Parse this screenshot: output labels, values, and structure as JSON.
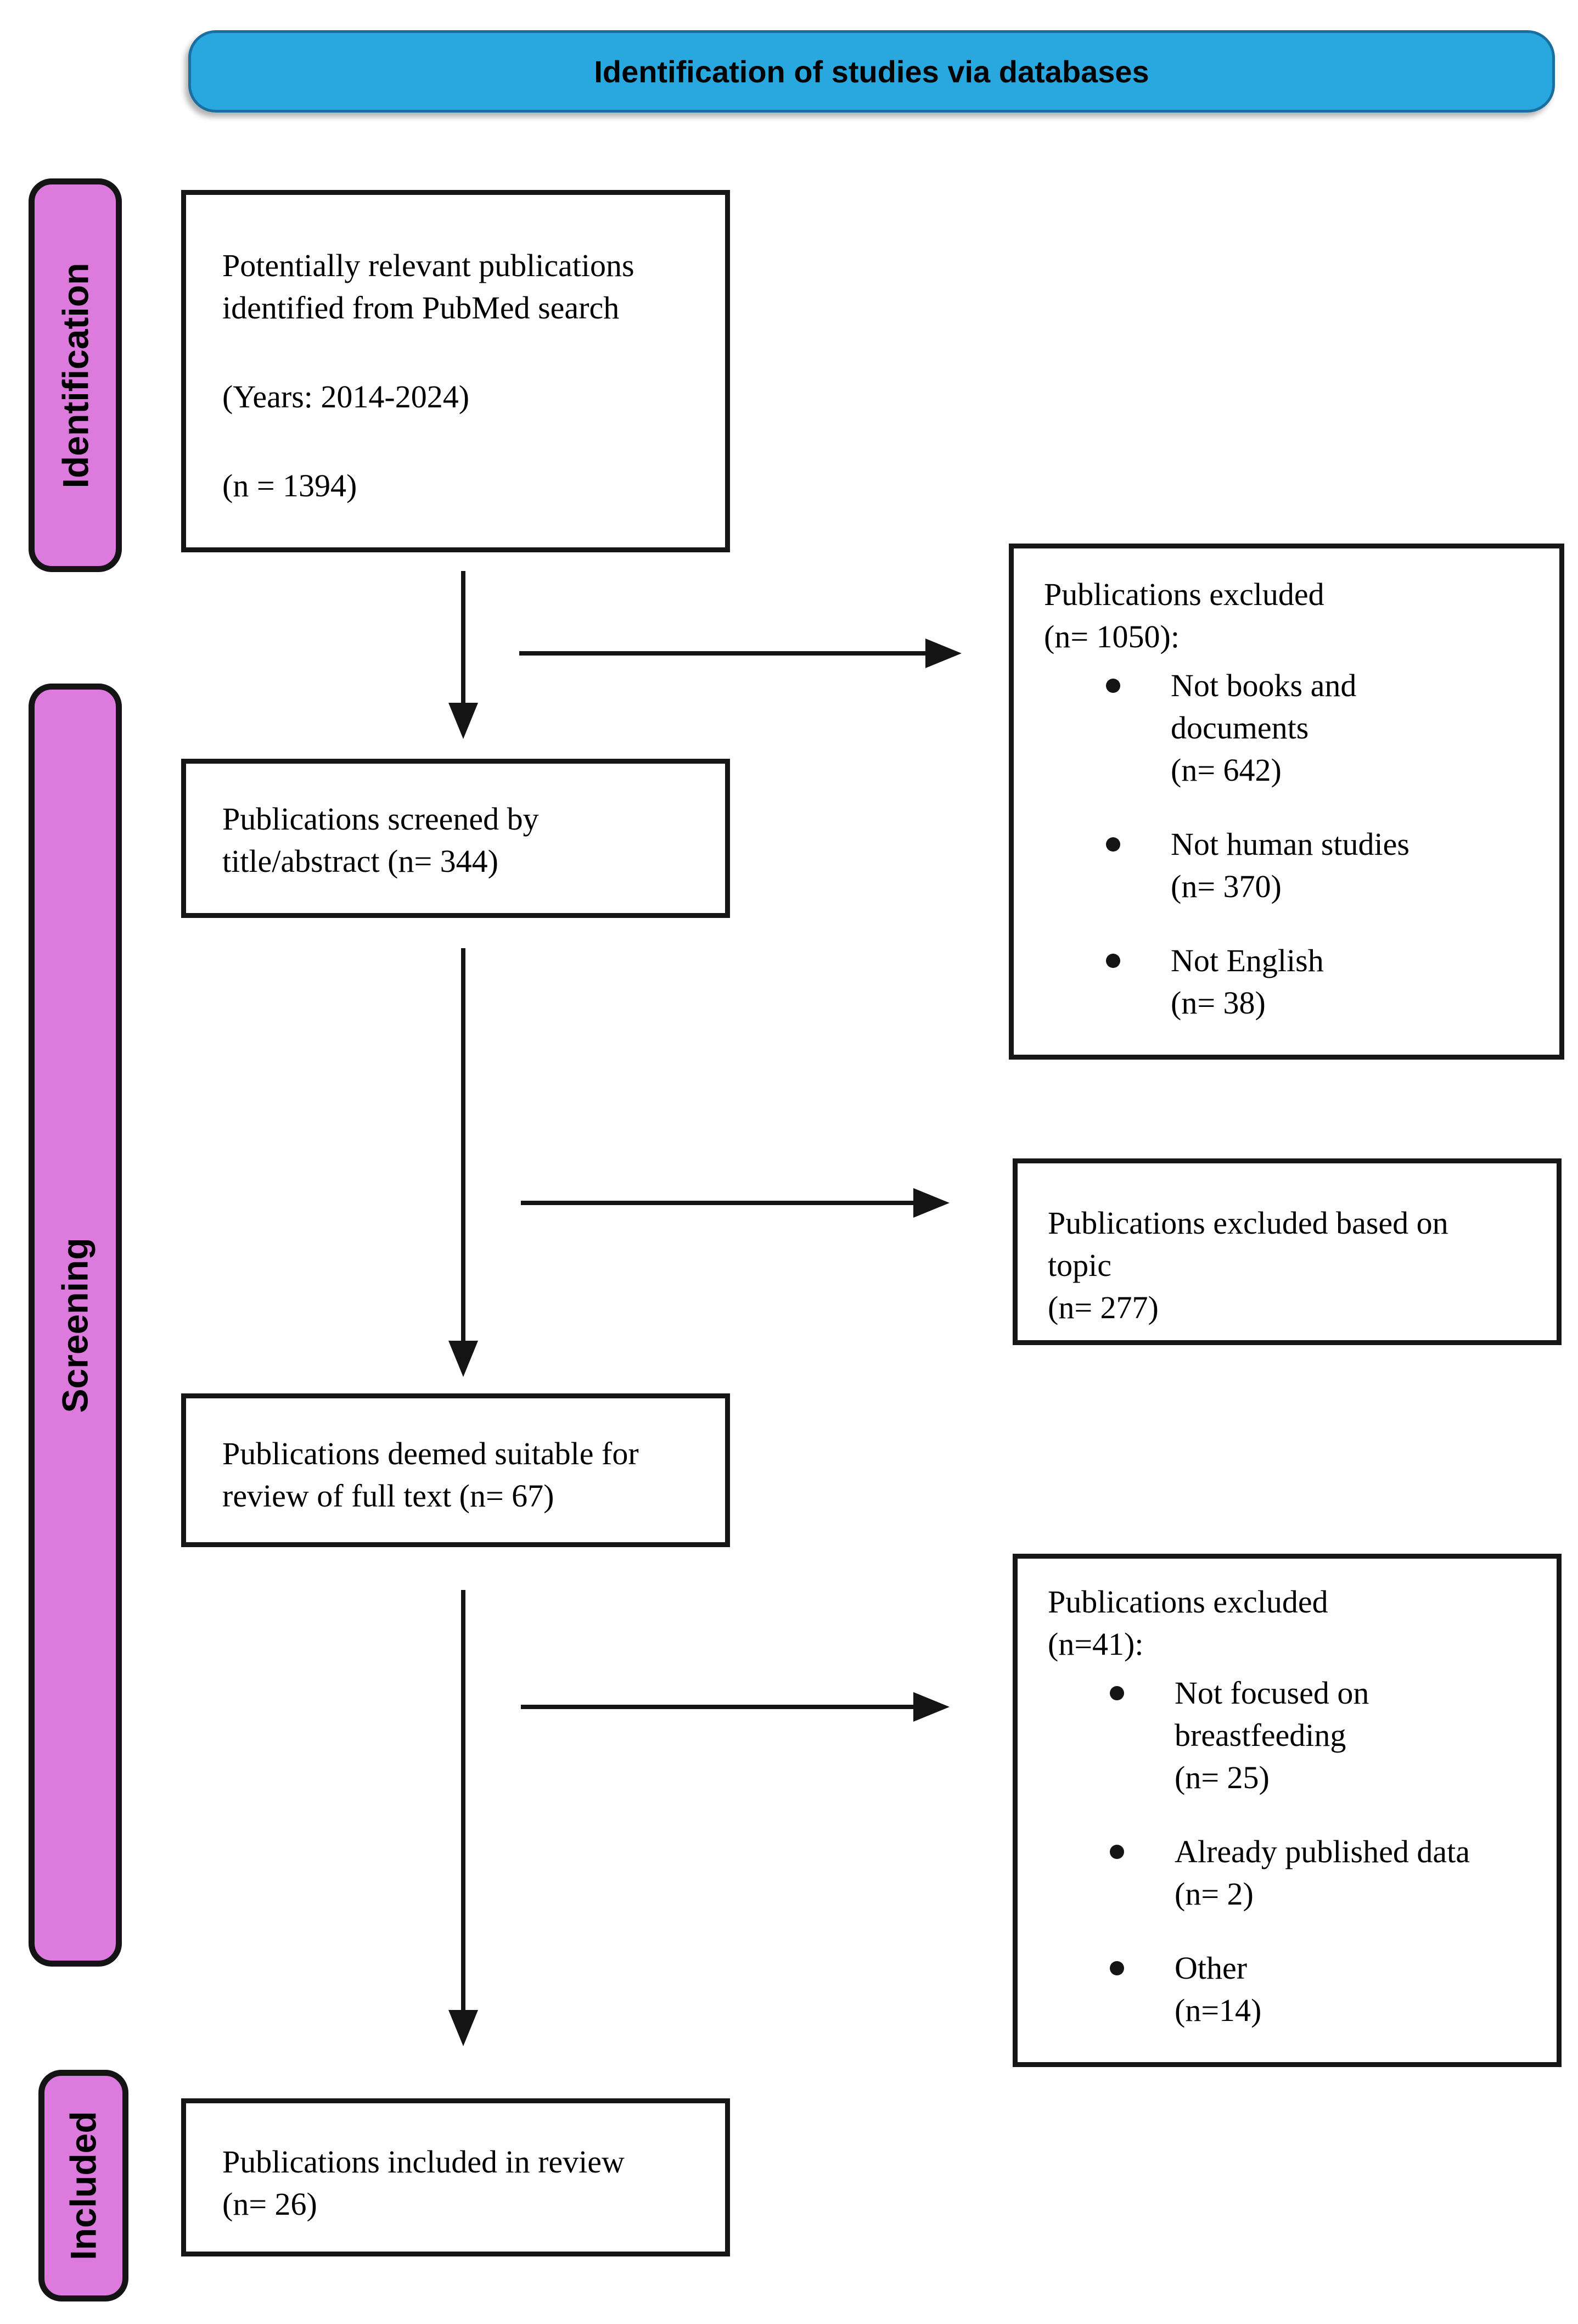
{
  "colors": {
    "banner_bg": "#29A8DF",
    "banner_border": "#1A6F9E",
    "stage_bg": "#DC7ADD",
    "line_color": "#141414"
  },
  "banner": {
    "title": "Identification of studies via databases"
  },
  "stages": {
    "identification": {
      "label": "Identification"
    },
    "screening": {
      "label": "Screening"
    },
    "included": {
      "label": "Included"
    }
  },
  "boxes": {
    "identified": {
      "para1": [
        "Potentially relevant publications",
        "identified from PubMed search"
      ],
      "para2": "(Years: 2014-2024)",
      "para3": "(n = 1394)"
    },
    "screened": {
      "lines": [
        "Publications screened by",
        "title/abstract (n= 344)"
      ]
    },
    "fulltext": {
      "lines": [
        "Publications deemed suitable for",
        "review of full text (n= 67)"
      ]
    },
    "included": {
      "lines": [
        "Publications included in review",
        "(n= 26)"
      ]
    }
  },
  "exclusions": {
    "database": {
      "title": [
        "Publications excluded",
        "(n= 1050):"
      ],
      "bullets": [
        {
          "lines": [
            "Not books and",
            "documents"
          ],
          "count": "(n= 642)"
        },
        {
          "lines": [
            "Not human studies"
          ],
          "count": "(n= 370)"
        },
        {
          "lines": [
            "Not English"
          ],
          "count": "(n= 38)"
        }
      ]
    },
    "topic": {
      "lines": [
        "Publications excluded based on",
        "topic"
      ],
      "count": "(n= 277)"
    },
    "fulltext": {
      "title": [
        "Publications excluded",
        "(n=41):"
      ],
      "bullets": [
        {
          "lines": [
            "Not focused on",
            "breastfeeding"
          ],
          "count": "(n= 25)"
        },
        {
          "lines": [
            "Already published data"
          ],
          "count": "(n= 2)"
        },
        {
          "lines": [
            "Other"
          ],
          "count": "(n=14)"
        }
      ]
    }
  }
}
